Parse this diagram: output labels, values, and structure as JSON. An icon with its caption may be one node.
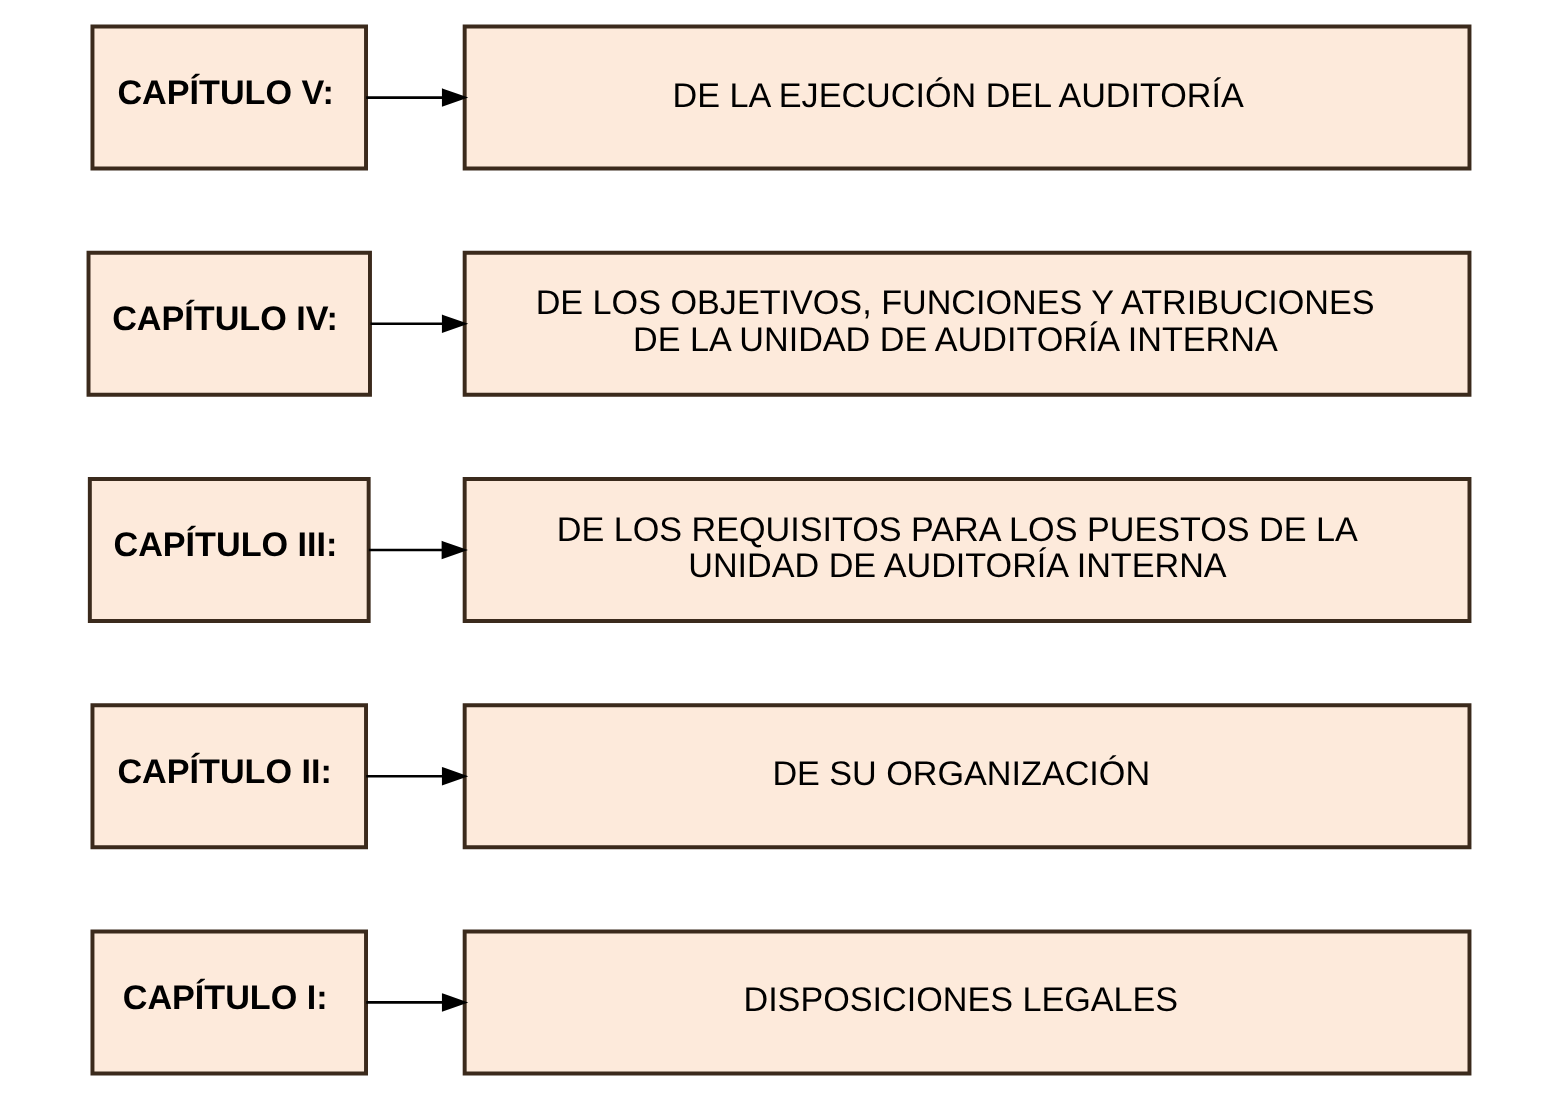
{
  "diagram": {
    "nodes": [
      {
        "text": [
          "CAPÍTULO I:"
        ]
      },
      {
        "text": [
          "DISPOSICIONES LEGALES"
        ]
      },
      {
        "text": [
          "CAPÍTULO II:"
        ]
      },
      {
        "text": [
          "DE SU ORGANIZACIÓN"
        ]
      },
      {
        "text": [
          "CAPÍTULO III:"
        ]
      },
      {
        "text": [
          "DE LOS REQUISITOS PARA LOS PUESTOS DE LA UNIDAD DE AUDITORÍA INTERNA"
        ]
      },
      {
        "text": [
          "CAPÍTULO IV:"
        ]
      },
      {
        "text": [
          "DE LOS OBJETIVOS, FUNCIONES Y ATRIBUCIONES DE LA UNIDAD DE AUDITORÍA INTERNA"
        ]
      },
      {
        "text": [
          "CAPÍTULO V:"
        ]
      },
      {
        "text": [
          "DE LA EJECUCIÓN DEL AUDITORÍA"
        ]
      }
    ],
    "edges": [
      {
        "from": 0,
        "to": 1,
        "arrow": "to"
      },
      {
        "from": 2,
        "to": 3,
        "arrow": "to"
      },
      {
        "from": 4,
        "to": 5,
        "arrow": "to"
      },
      {
        "from": 6,
        "to": 7,
        "arrow": "to"
      },
      {
        "from": 8,
        "to": 9,
        "arrow": "to"
      }
    ]
  }
}
